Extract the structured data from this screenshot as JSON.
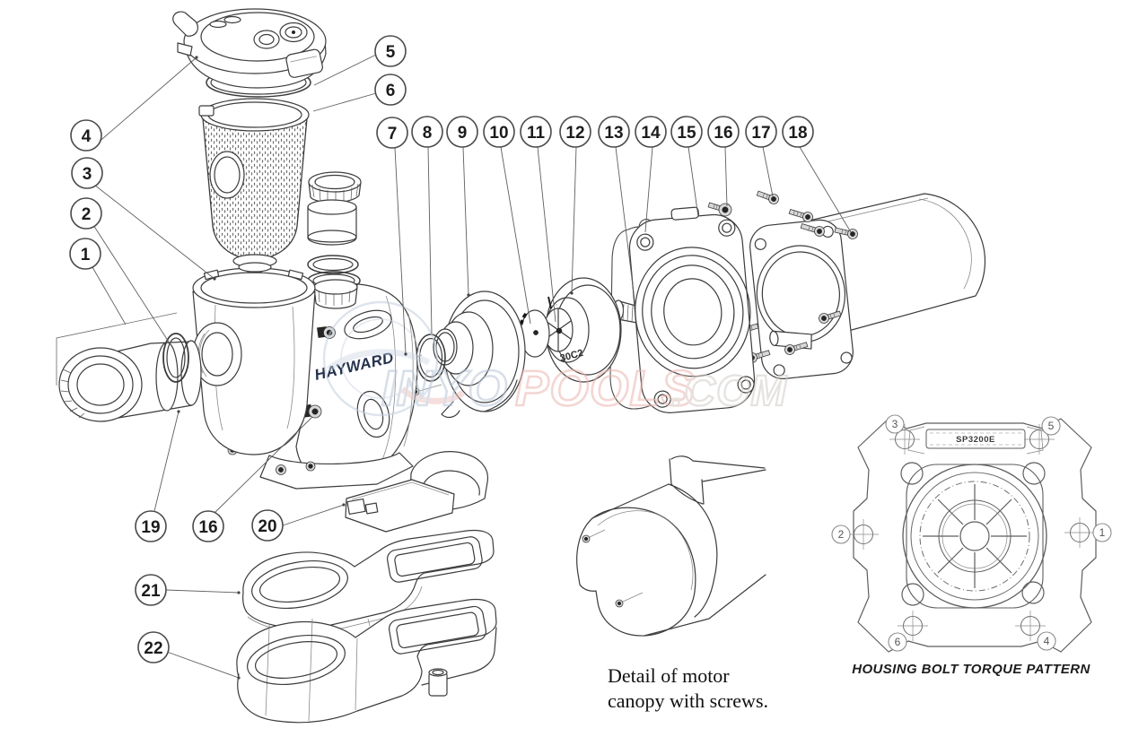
{
  "colors": {
    "background": "#ffffff",
    "line_art": "#3c3c3c",
    "brand_text": "#25324d",
    "watermark_blue": "#b9c6d8",
    "watermark_pink": "#eab6b0",
    "watermark_gray": "#d2cbc5"
  },
  "markings": {
    "brand": "HAYWARD",
    "impeller": "30C2"
  },
  "canopy_note": {
    "line1": "Detail of motor",
    "line2": "canopy with screws."
  },
  "torque": {
    "caption": "HOUSING BOLT TORQUE PATTERN",
    "model": "SP3200E",
    "positions": [
      "3",
      "5",
      "2",
      "1",
      "6",
      "4"
    ]
  },
  "watermark": {
    "inyo": "INYO",
    "pools": "POOLS",
    "com": ".COM"
  },
  "callouts": [
    {
      "label": "1"
    },
    {
      "label": "2"
    },
    {
      "label": "3"
    },
    {
      "label": "4"
    },
    {
      "label": "5"
    },
    {
      "label": "6"
    },
    {
      "label": "7"
    },
    {
      "label": "8"
    },
    {
      "label": "9"
    },
    {
      "label": "10"
    },
    {
      "label": "11"
    },
    {
      "label": "12"
    },
    {
      "label": "13"
    },
    {
      "label": "14"
    },
    {
      "label": "15"
    },
    {
      "label": "16"
    },
    {
      "label": "17"
    },
    {
      "label": "18"
    },
    {
      "label": "19"
    },
    {
      "label": "20"
    },
    {
      "label": "21"
    },
    {
      "label": "22"
    },
    {
      "label": "16"
    }
  ]
}
